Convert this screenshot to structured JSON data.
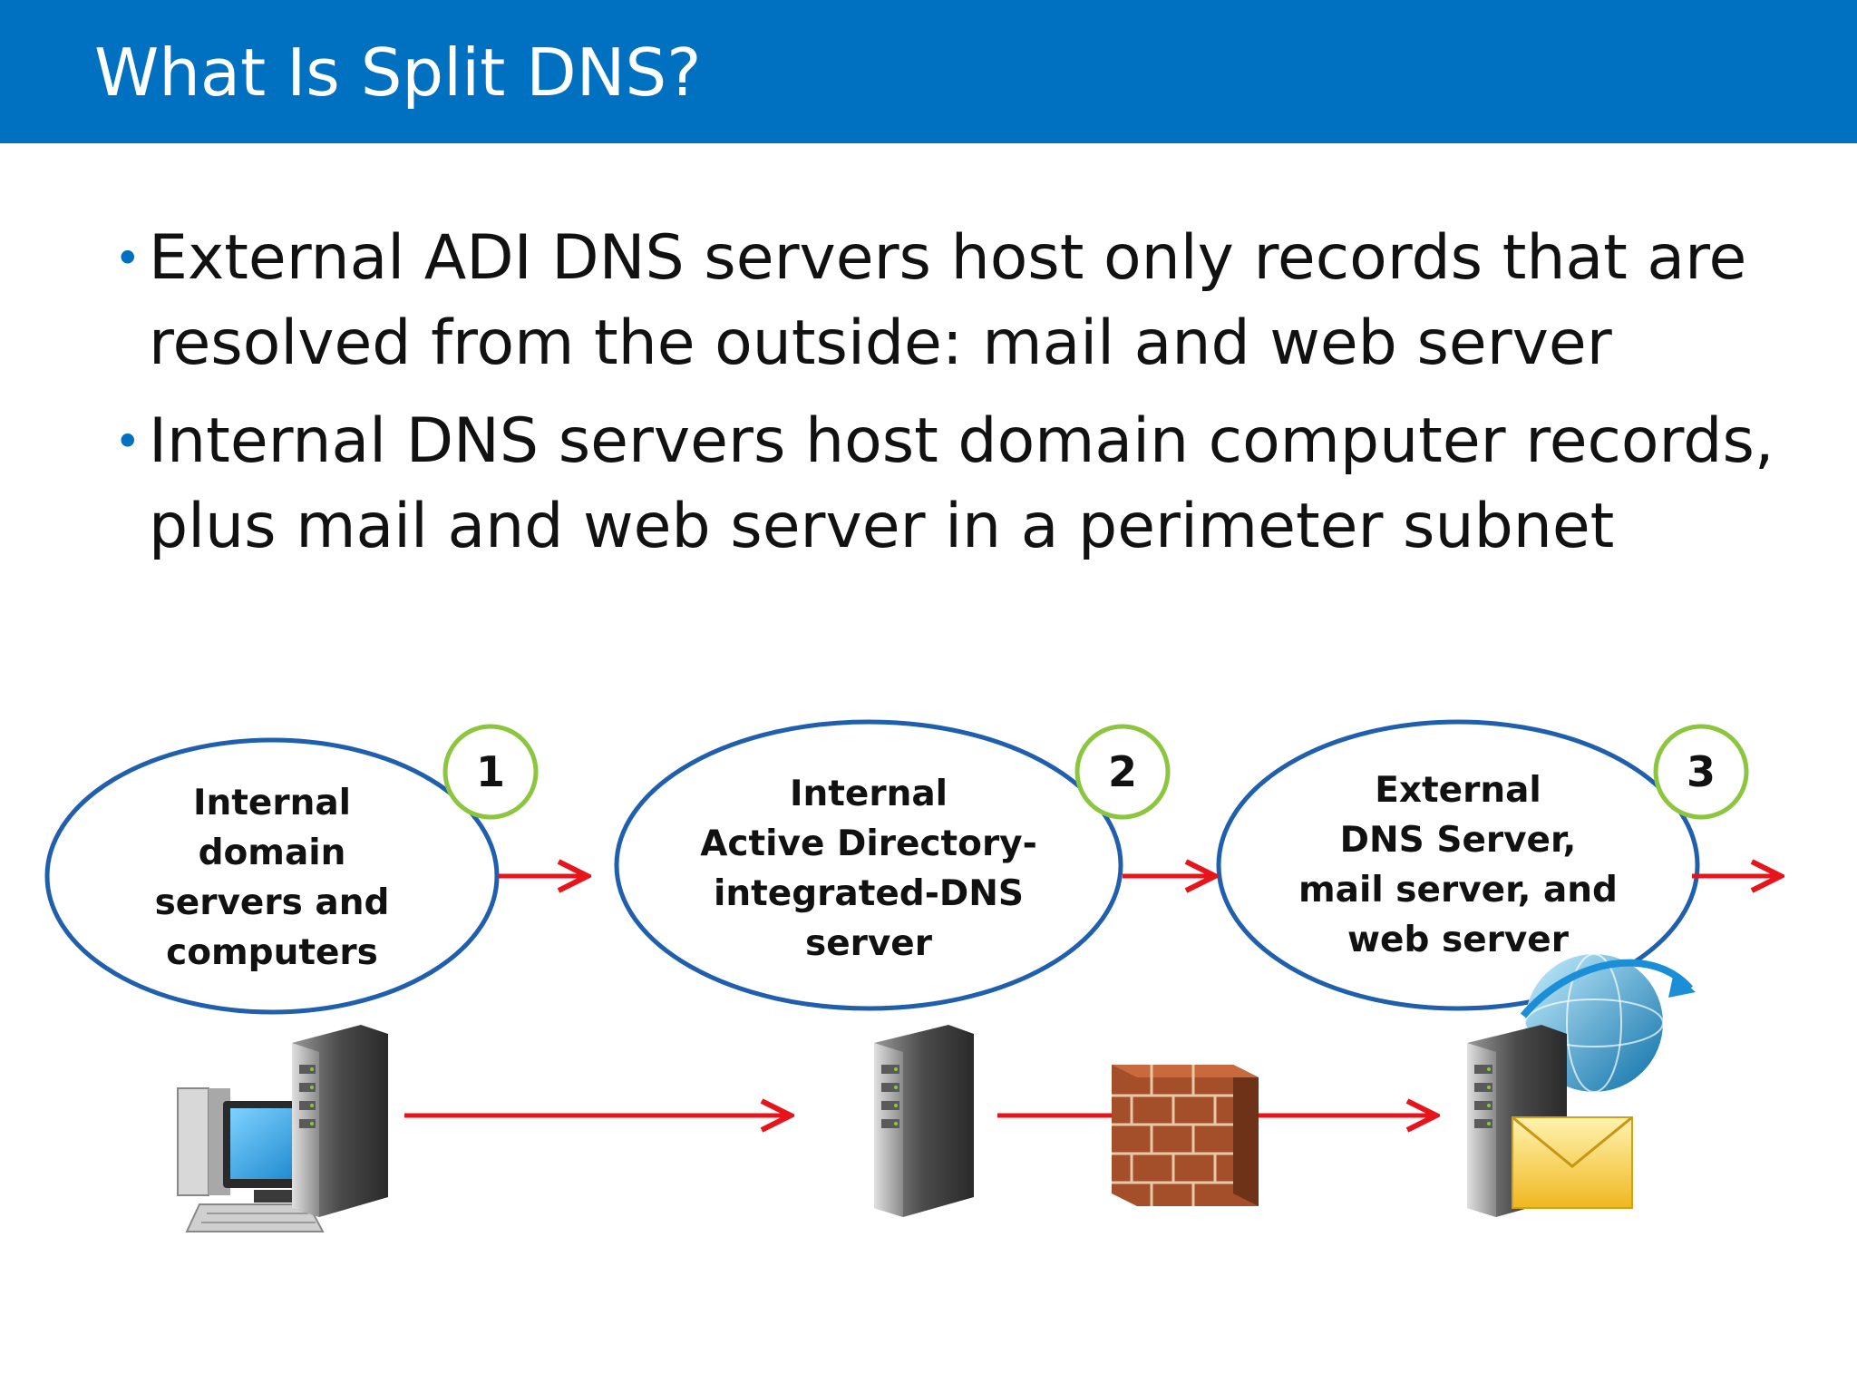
{
  "slide": {
    "title": "What Is Split DNS?",
    "bullets": [
      "External ADI DNS servers host only records that are resolved from the outside: mail and web server",
      "Internal DNS servers host domain computer records, plus mail and web server in a perimeter subnet"
    ]
  },
  "diagram": {
    "nodes": [
      {
        "step": "1",
        "lines": [
          "Internal",
          "domain",
          "servers and",
          "computers"
        ]
      },
      {
        "step": "2",
        "lines": [
          "Internal",
          "Active Directory-",
          "integrated-DNS",
          "server"
        ]
      },
      {
        "step": "3",
        "lines": [
          "External",
          "DNS Server,",
          "mail server, and",
          "web server"
        ]
      }
    ],
    "icons": [
      "desktop-computer-icon",
      "server-tower-icon",
      "firewall-brick-icon",
      "globe-icon",
      "mail-envelope-icon"
    ]
  },
  "colors": {
    "accent": "#0070c0",
    "ellipse_stroke": "#1f5fae",
    "step_ring": "#8cc63f",
    "arrow": "#e8141b"
  }
}
